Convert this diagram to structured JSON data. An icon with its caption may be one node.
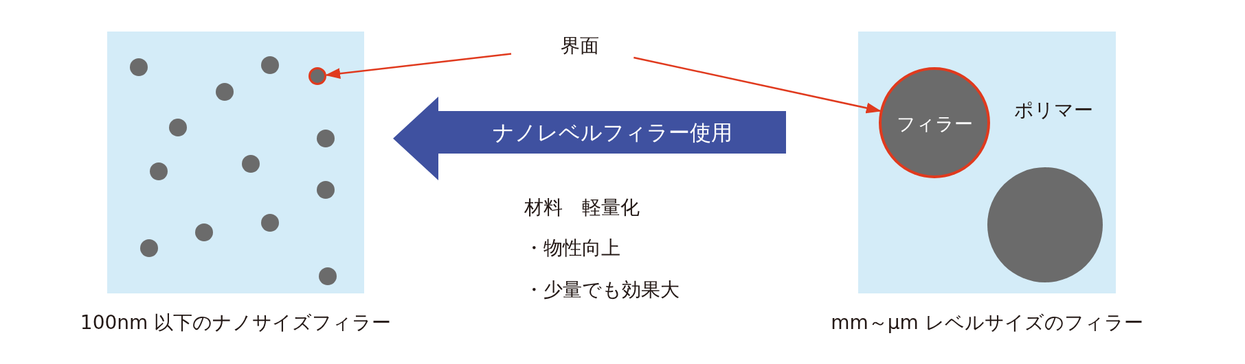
{
  "diagram": {
    "nodes": [
      {
        "text": [],
        "shape": "box",
        "beside": [
          "100nm 以下のナノサイズフィラー"
        ]
      },
      {
        "text": [],
        "shape": "circle",
        "in": 0
      },
      {
        "text": [],
        "shape": "circle",
        "in": 0
      },
      {
        "text": [],
        "shape": "circle",
        "in": 0
      },
      {
        "text": [],
        "shape": "circle",
        "in": 0
      },
      {
        "text": [],
        "shape": "circle",
        "in": 0
      },
      {
        "text": [],
        "shape": "circle",
        "in": 0
      },
      {
        "text": [],
        "shape": "circle",
        "in": 0
      },
      {
        "text": [],
        "shape": "circle",
        "in": 0
      },
      {
        "text": [],
        "shape": "circle",
        "in": 0
      },
      {
        "text": [],
        "shape": "circle",
        "in": 0
      },
      {
        "text": [],
        "shape": "circle",
        "in": 0
      },
      {
        "text": [],
        "shape": "circle",
        "in": 0
      },
      {
        "text": [],
        "shape": "circle",
        "in": 0
      },
      {
        "text": [
          "界面"
        ]
      },
      {
        "text": [
          "ナノレベルフィラー使用"
        ]
      },
      {
        "text": [],
        "shape": "box",
        "beside": [
          "mm～μm レベルサイズのフィラー"
        ]
      },
      {
        "text": [
          "フィラー"
        ],
        "in": 16
      },
      {
        "text": [],
        "shape": "circle",
        "in": 16
      }
    ],
    "edges": [
      {
        "from": 14,
        "to": 3,
        "arrow": "to"
      },
      {
        "from": 14,
        "to": 17,
        "arrow": "to"
      }
    ],
    "labels": [
      "ポリマー",
      "材料　軽量化",
      "・物性向上",
      "・少量でも効果大"
    ]
  }
}
